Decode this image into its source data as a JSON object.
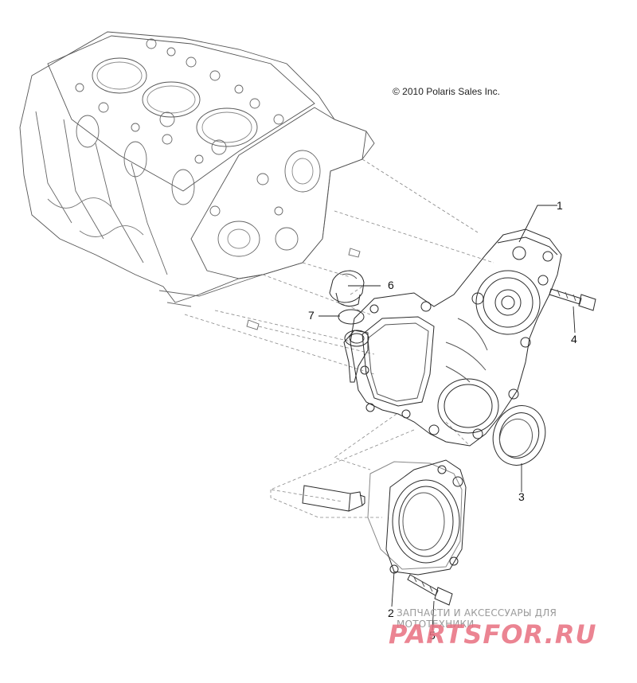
{
  "copyright": "© 2010 Polaris Sales Inc.",
  "callouts": [
    "1",
    "2",
    "3",
    "4",
    "5",
    "6",
    "7"
  ],
  "watermark": {
    "caption": "ЗАПЧАСТИ И АКСЕССУАРЫ ДЛЯ МОТОТЕХНИКИ",
    "logo": "PARTSFOR.RU",
    "logo_color": "#e86f80"
  },
  "colors": {
    "line": "#2a2a2a",
    "hidden_line": "#888888",
    "background": "#ffffff"
  }
}
